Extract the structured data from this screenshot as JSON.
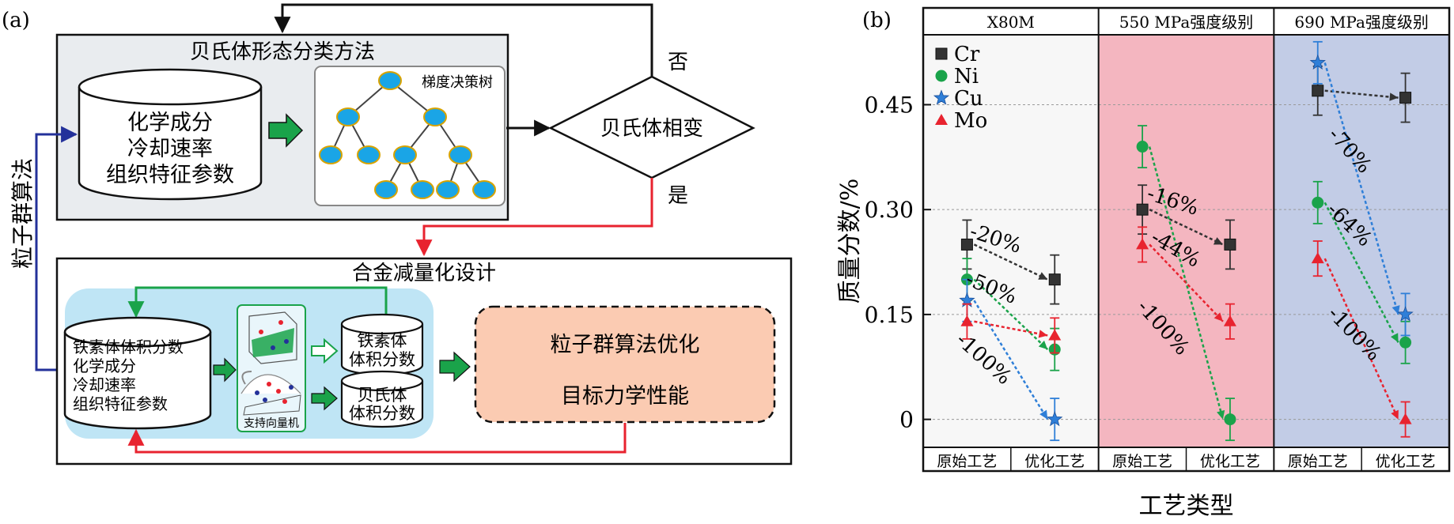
{
  "panel_a": {
    "label": "(a)",
    "top_box": {
      "title": "贝氏体形态分类方法",
      "cylinder_lines": [
        "化学成分",
        "冷却速率",
        "组织特征参数"
      ],
      "tree_label": "梯度决策树"
    },
    "decision": {
      "text": "贝氏体相变",
      "no_label": "否",
      "yes_label": "是"
    },
    "side_label": "粒子群算法",
    "bottom_box": {
      "title": "合金减量化设计",
      "cylinder_lines": [
        "铁素体体积分数",
        "化学成分",
        "冷却速率",
        "组织特征参数"
      ],
      "svm_label": "支持向量机",
      "small_cyl1": [
        "铁素体",
        "体积分数"
      ],
      "small_cyl2": [
        "贝氏体",
        "体积分数"
      ],
      "opt_lines": [
        "粒子群算法优化",
        "目标力学性能"
      ]
    }
  },
  "panel_b": {
    "label": "(b)",
    "colors": {
      "Cr": "#333333",
      "Ni": "#1aa34a",
      "Cu": "#2f7fd8",
      "Mo": "#e8232f",
      "band_550": "#f4b6c0",
      "band_690": "#c2cce6",
      "band_x80": "#f7f7f7"
    },
    "chart_data": {
      "type": "scatter",
      "groups": [
        "X80M",
        "550 MPa强度级别",
        "690 MPa强度级别"
      ],
      "categories": [
        "原始工艺",
        "优化工艺",
        "原始工艺",
        "优化工艺",
        "原始工艺",
        "优化工艺"
      ],
      "xlabel": "工艺类型",
      "ylabel": "质量分数/%",
      "ylim": [
        -0.04,
        0.55
      ],
      "yticks": [
        0,
        0.15,
        0.3,
        0.45
      ],
      "ytick_labels": [
        "0",
        "0.15",
        "0.30",
        "0.45"
      ],
      "legend": [
        "Cr",
        "Ni",
        "Cu",
        "Mo"
      ],
      "series": [
        {
          "name": "Cr",
          "marker": "square",
          "values": [
            0.25,
            0.2,
            0.3,
            0.25,
            0.47,
            0.46
          ],
          "err": [
            0.035,
            0.035,
            0.035,
            0.035,
            0.035,
            0.035
          ]
        },
        {
          "name": "Ni",
          "marker": "circle",
          "values": [
            0.2,
            0.1,
            0.39,
            0.0,
            0.31,
            0.11
          ],
          "err": [
            0.03,
            0.03,
            0.03,
            0.03,
            0.03,
            0.03
          ]
        },
        {
          "name": "Cu",
          "marker": "star",
          "values": [
            0.17,
            0.0,
            null,
            null,
            0.51,
            0.15
          ],
          "err": [
            0.03,
            0.03,
            0,
            0,
            0.03,
            0.03
          ]
        },
        {
          "name": "Mo",
          "marker": "triangle",
          "values": [
            0.14,
            0.12,
            0.25,
            0.14,
            0.23,
            0.0
          ],
          "err": [
            0.025,
            0.025,
            0.025,
            0.025,
            0.025,
            0.025
          ]
        }
      ],
      "annotations": [
        {
          "text": "-20%",
          "group": 0,
          "series": "Cr"
        },
        {
          "text": "-50%",
          "group": 0,
          "series": "Ni"
        },
        {
          "text": "-100%",
          "group": 0,
          "series": "Cu"
        },
        {
          "text": "-16%",
          "group": 1,
          "series": "Cr"
        },
        {
          "text": "-44%",
          "group": 1,
          "series": "Mo"
        },
        {
          "text": "-100%",
          "group": 1,
          "series": "Ni"
        },
        {
          "text": "-70%",
          "group": 2,
          "series": "Cu"
        },
        {
          "text": "-64%",
          "group": 2,
          "series": "Ni"
        },
        {
          "text": "-100%",
          "group": 2,
          "series": "Mo"
        }
      ]
    }
  }
}
